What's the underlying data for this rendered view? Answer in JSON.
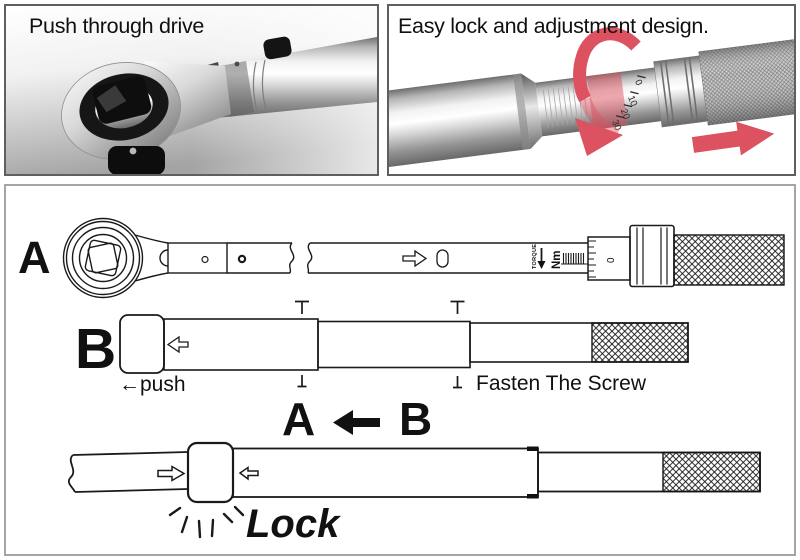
{
  "panels": {
    "push_drive": {
      "title": "Push through drive"
    },
    "easy_lock": {
      "title": "Easy lock and adjustment design.",
      "scale_numbers": [
        "0",
        "10",
        "20",
        "30"
      ]
    },
    "assembly": {
      "row_a_label": "A",
      "row_b_label": "B",
      "push_label": "←push",
      "fasten_label": "Fasten The Screw",
      "combine_a": "A",
      "combine_b": "B",
      "lock_label": "Lock",
      "torque_label": "TORQUE",
      "unit_label": "Nm",
      "scale_zero": "0"
    }
  },
  "colors": {
    "arrow_red": "#dc5260"
  }
}
